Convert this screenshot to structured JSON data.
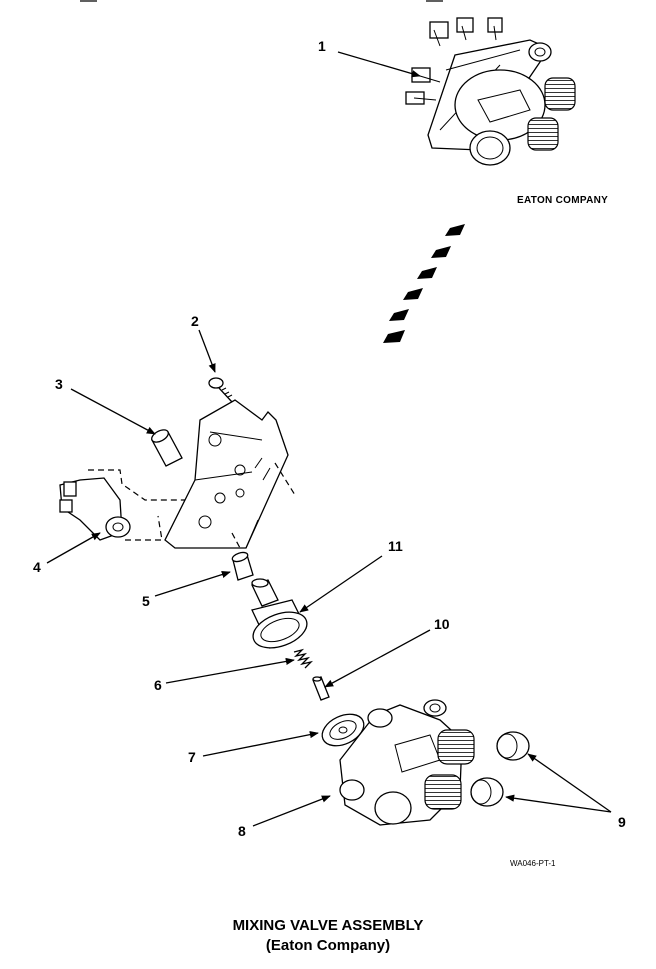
{
  "diagram": {
    "manufacturer_label": "EATON COMPANY",
    "drawing_code": "WA046-PT-1",
    "callouts": [
      {
        "id": "c1",
        "label": "1"
      },
      {
        "id": "c2",
        "label": "2"
      },
      {
        "id": "c3",
        "label": "3"
      },
      {
        "id": "c4",
        "label": "4"
      },
      {
        "id": "c5",
        "label": "5"
      },
      {
        "id": "c6",
        "label": "6"
      },
      {
        "id": "c7",
        "label": "7"
      },
      {
        "id": "c8",
        "label": "8"
      },
      {
        "id": "c9",
        "label": "9"
      },
      {
        "id": "c10",
        "label": "10"
      },
      {
        "id": "c11",
        "label": "11"
      }
    ],
    "title": "MIXING VALVE ASSEMBLY",
    "subtitle": "(Eaton Company)"
  }
}
